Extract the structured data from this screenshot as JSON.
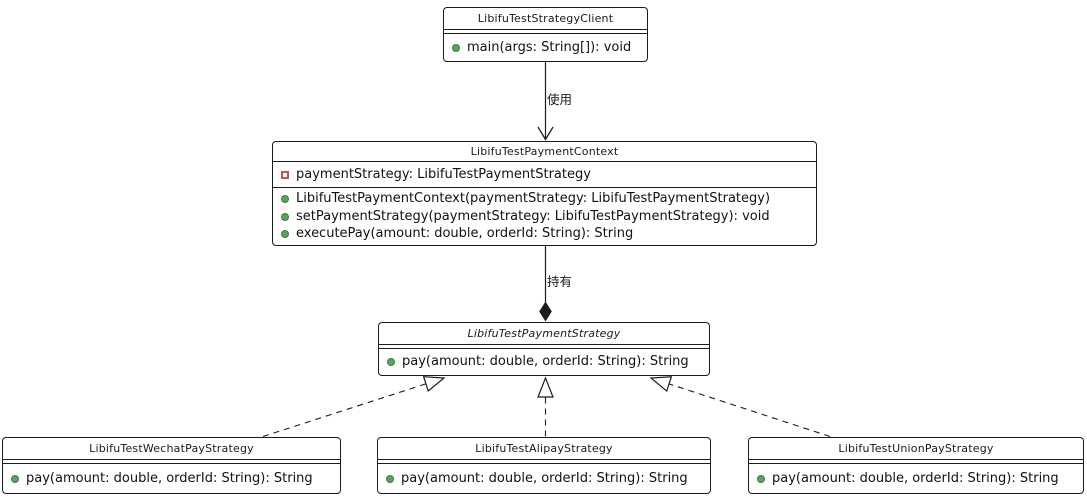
{
  "diagram": {
    "type": "UML class diagram",
    "classes": {
      "client": {
        "name": "LibifuTestStrategyClient",
        "methods": [
          "main(args: String[]): void"
        ]
      },
      "context": {
        "name": "LibifuTestPaymentContext",
        "fields": [
          "paymentStrategy: LibifuTestPaymentStrategy"
        ],
        "methods": [
          "LibifuTestPaymentContext(paymentStrategy: LibifuTestPaymentStrategy)",
          "setPaymentStrategy(paymentStrategy: LibifuTestPaymentStrategy): void",
          "executePay(amount: double, orderId: String): String"
        ]
      },
      "strategy": {
        "name": "LibifuTestPaymentStrategy",
        "stereotype": "interface (italic title)",
        "methods": [
          "pay(amount: double, orderId: String): String"
        ]
      },
      "wechat": {
        "name": "LibifuTestWechatPayStrategy",
        "methods": [
          "pay(amount: double, orderId: String): String"
        ]
      },
      "alipay": {
        "name": "LibifuTestAlipayStrategy",
        "methods": [
          "pay(amount: double, orderId: String): String"
        ]
      },
      "unionpay": {
        "name": "LibifuTestUnionPayStrategy",
        "methods": [
          "pay(amount: double, orderId: String): String"
        ]
      }
    },
    "edges": {
      "uses": {
        "label": "使用",
        "type": "directed association (open arrow)",
        "from": "LibifuTestStrategyClient",
        "to": "LibifuTestPaymentContext"
      },
      "holds": {
        "label": "持有",
        "type": "composition (filled diamond at strategy end)",
        "from": "LibifuTestPaymentContext",
        "to": "LibifuTestPaymentStrategy"
      },
      "realizations": {
        "type": "dashed line with hollow triangle pointing at LibifuTestPaymentStrategy",
        "from": [
          "LibifuTestWechatPayStrategy",
          "LibifuTestAlipayStrategy",
          "LibifuTestUnionPayStrategy"
        ],
        "to": "LibifuTestPaymentStrategy"
      }
    },
    "icons": {
      "public_method": "green filled circle",
      "private_field": "red hollow square"
    },
    "colors": {
      "public_method_icon": "#5aa25f",
      "private_field_icon": "#c75450",
      "line": "#1c1c1c",
      "background": "#ffffff"
    }
  }
}
